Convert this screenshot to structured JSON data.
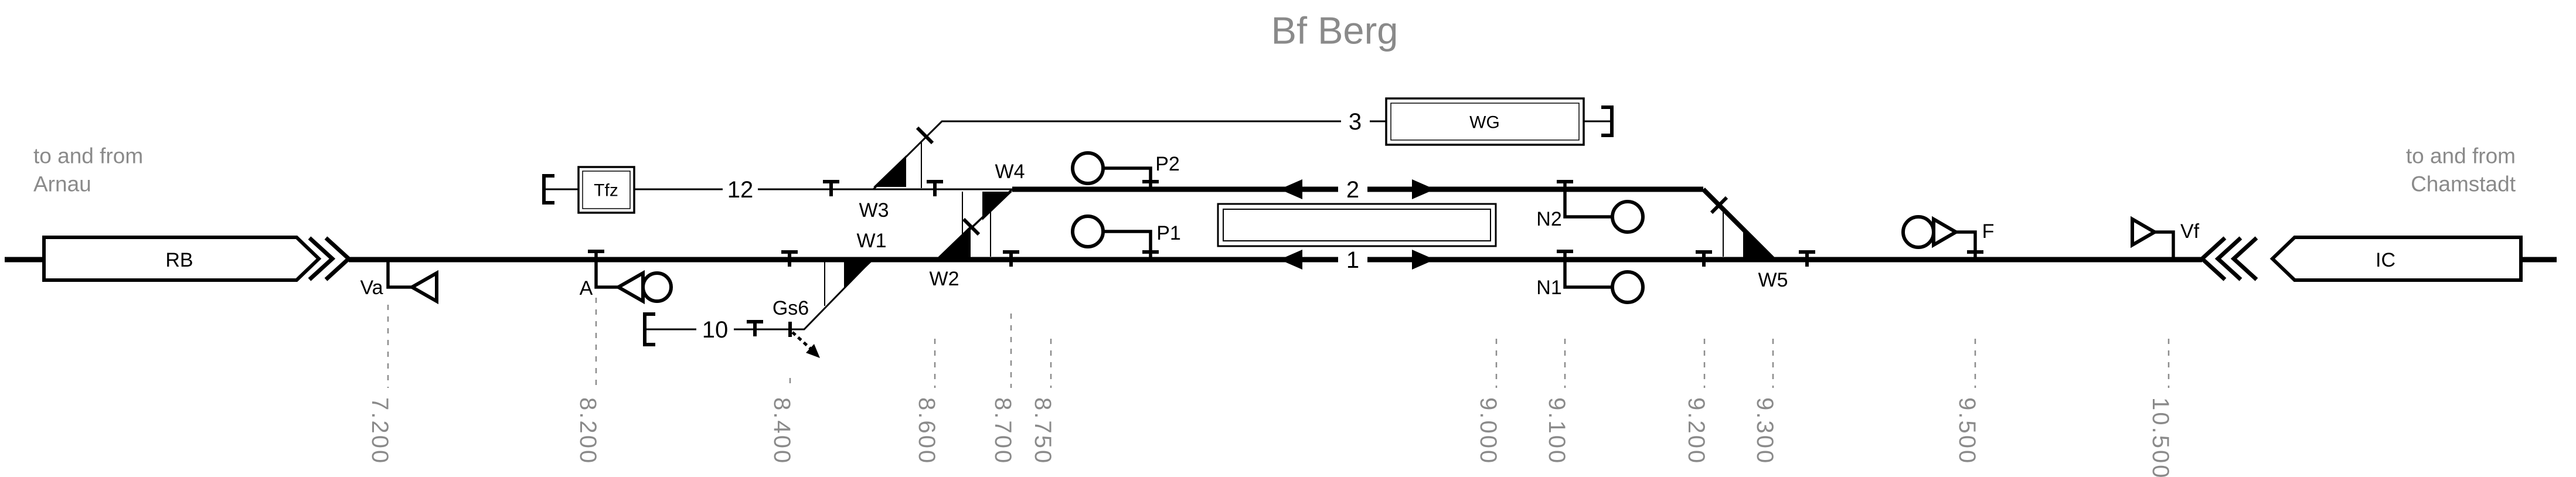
{
  "title": "Bf Berg",
  "routes": {
    "left": {
      "line1": "to and from",
      "line2": "Arnau"
    },
    "right": {
      "line1": "to and from",
      "line2": "Chamstadt"
    }
  },
  "trains": {
    "rb": "RB",
    "ic": "IC"
  },
  "facilities": {
    "tfz": "Tfz",
    "wg": "WG"
  },
  "track_numbers": {
    "t1": "1",
    "t2": "2",
    "t3": "3",
    "t10": "10",
    "t12": "12"
  },
  "switches": {
    "w1": "W1",
    "w2": "W2",
    "w3": "W3",
    "w4": "W4",
    "w5": "W5",
    "gs6": "Gs6"
  },
  "signals": {
    "va": "Va",
    "a": "A",
    "p1": "P1",
    "p2": "P2",
    "n1": "N1",
    "n2": "N2",
    "f": "F",
    "vf": "Vf"
  },
  "km_markers": [
    "7.200",
    "8.200",
    "8.400",
    "8.600",
    "8.700",
    "8.750",
    "9.000",
    "9.100",
    "9.200",
    "9.300",
    "9.500",
    "10.500"
  ],
  "colors": {
    "ink": "#000000",
    "muted": "#8a8a8a"
  }
}
